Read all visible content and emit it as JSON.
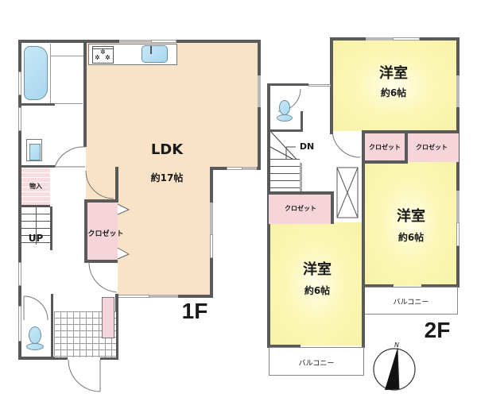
{
  "floors": [
    {
      "label": "1F",
      "rooms": [
        {
          "name": "LDK",
          "size": "約17帖",
          "color": "#f8e3c9"
        },
        {
          "name": "クロゼット",
          "color": "#f5d5da"
        },
        {
          "name": "物入",
          "color": "#f8dde0"
        }
      ],
      "stairs_label": "UP"
    },
    {
      "label": "2F",
      "rooms": [
        {
          "name": "洋室",
          "size": "約6帖",
          "color": "#f8f2a7"
        },
        {
          "name": "洋室",
          "size": "約6帖",
          "color": "#f8f2a7"
        },
        {
          "name": "洋室",
          "size": "約6帖",
          "color": "#f8f2a7"
        }
      ],
      "closets": [
        "クロゼット",
        "クロゼット",
        "クロゼット"
      ],
      "balconies": [
        "バルコニー",
        "バルコニー"
      ],
      "stairs_label": "DN"
    }
  ],
  "compass": {
    "label": "N"
  },
  "colors": {
    "wall": "#5a5a5a",
    "fixture_blue": "#b5def2"
  }
}
